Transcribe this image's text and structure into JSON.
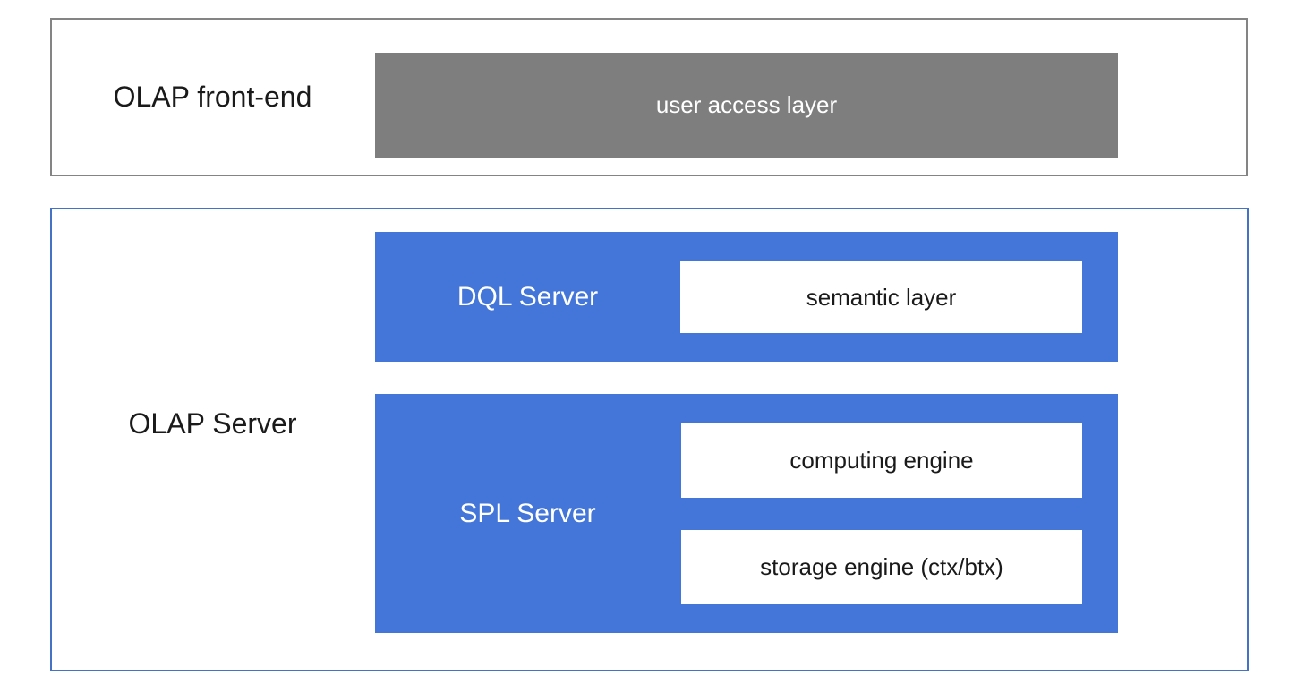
{
  "diagram": {
    "front_end": {
      "label": "OLAP front-end",
      "user_access_layer": "user access layer"
    },
    "server": {
      "label": "OLAP Server",
      "dql": {
        "label": "DQL Server",
        "semantic_layer": "semantic layer"
      },
      "spl": {
        "label": "SPL Server",
        "computing_engine": "computing engine",
        "storage_engine": "storage engine (ctx/btx)"
      }
    }
  },
  "colors": {
    "blue_fill": "#4376d8",
    "blue_border": "#4472c4",
    "gray_fill": "#7e7e7e",
    "gray_border": "#848484",
    "text_dark": "#1a1a1a",
    "text_light": "#ffffff"
  }
}
